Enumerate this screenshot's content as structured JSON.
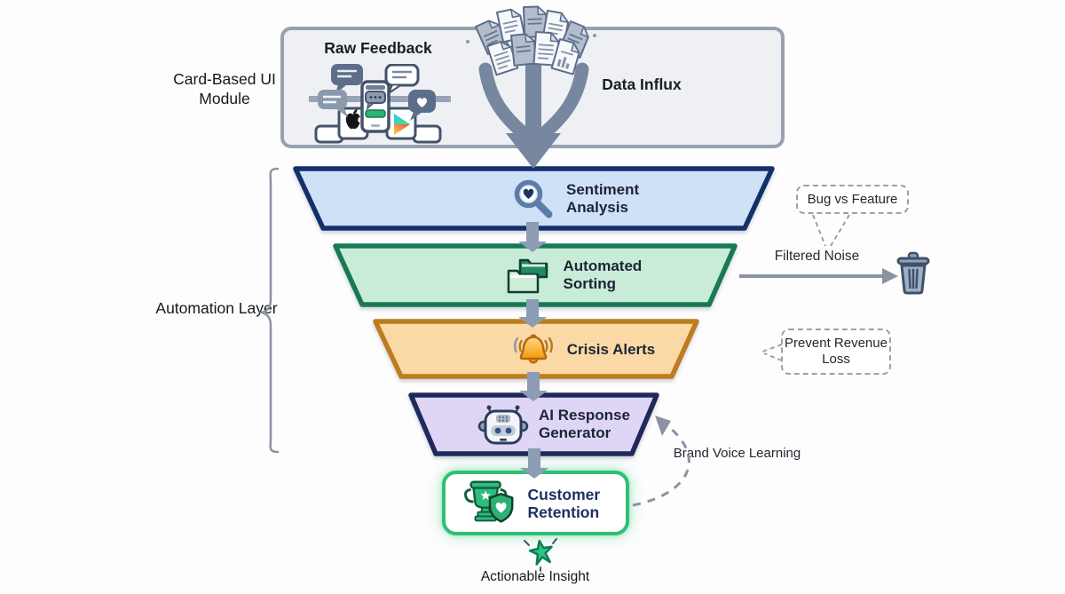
{
  "left_labels": {
    "card_module": "Card-Based UI Module",
    "automation_layer": "Automation Layer"
  },
  "top_module": {
    "title": "Raw Feedback",
    "data_influx": "Data Influx",
    "icons": {
      "phones": "app-feedback-phones-icon",
      "documents": "documents-pile-icon",
      "funnel_arrow": "converging-arrow-icon"
    }
  },
  "funnel": {
    "stages": [
      {
        "label": "Sentiment Analysis",
        "fill": "#cfe1f7",
        "border": "#14306b",
        "icon": "magnifier-heart-icon"
      },
      {
        "label": "Automated Sorting",
        "fill": "#c8ecd8",
        "border": "#187a52",
        "icon": "folders-icon"
      },
      {
        "label": "Crisis Alerts",
        "fill": "#fbd9a7",
        "border": "#bd7c20",
        "icon": "bell-icon"
      },
      {
        "label": "AI Response Generator",
        "fill": "#ded6f4",
        "border": "#20295c",
        "icon": "robot-icon"
      },
      {
        "label": "Customer Retention",
        "fill": "#ffffff",
        "border": "#2fbf77",
        "icon": "trophy-shield-icon"
      }
    ]
  },
  "annotations": {
    "bug_vs_feature": "Bug vs Feature",
    "filtered_noise": "Filtered Noise",
    "prevent_revenue_loss": "Prevent Revenue Loss",
    "brand_voice_learning": "Brand Voice Learning",
    "actionable_insight": "Actionable Insight",
    "trash_icon": "trash-icon",
    "star_icon": "star-icon"
  },
  "colors": {
    "flow_arrow": "#8c9cb4",
    "big_arrow": "#76879f",
    "annotation_line": "#8a93a3",
    "top_box_fill": "#eef0f4",
    "top_box_border": "#99a1b0",
    "retention_glow": "#2fbf77"
  }
}
